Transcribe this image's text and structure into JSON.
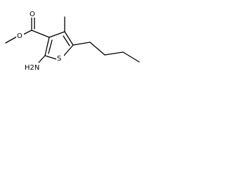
{
  "molecule": {
    "labels": {
      "o_carbonyl": "O",
      "o_ester": "O",
      "s_ring": "S",
      "n_amine": "H2N"
    }
  }
}
